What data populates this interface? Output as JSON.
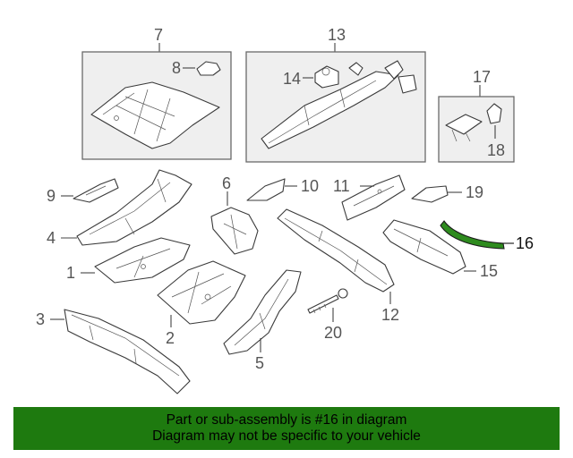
{
  "callouts": {
    "c1": "1",
    "c2": "2",
    "c3": "3",
    "c4": "4",
    "c5": "5",
    "c6": "6",
    "c7": "7",
    "c8": "8",
    "c9": "9",
    "c10": "10",
    "c11": "11",
    "c12": "12",
    "c13": "13",
    "c14": "14",
    "c15": "15",
    "c16": "16",
    "c17": "17",
    "c18": "18",
    "c19": "19",
    "c20": "20"
  },
  "highlight": {
    "part": "16",
    "color": "#1e7a0f"
  },
  "banner": {
    "line1": "Part or sub-assembly is #16 in diagram",
    "line2": "Diagram may not be specific to your vehicle"
  }
}
